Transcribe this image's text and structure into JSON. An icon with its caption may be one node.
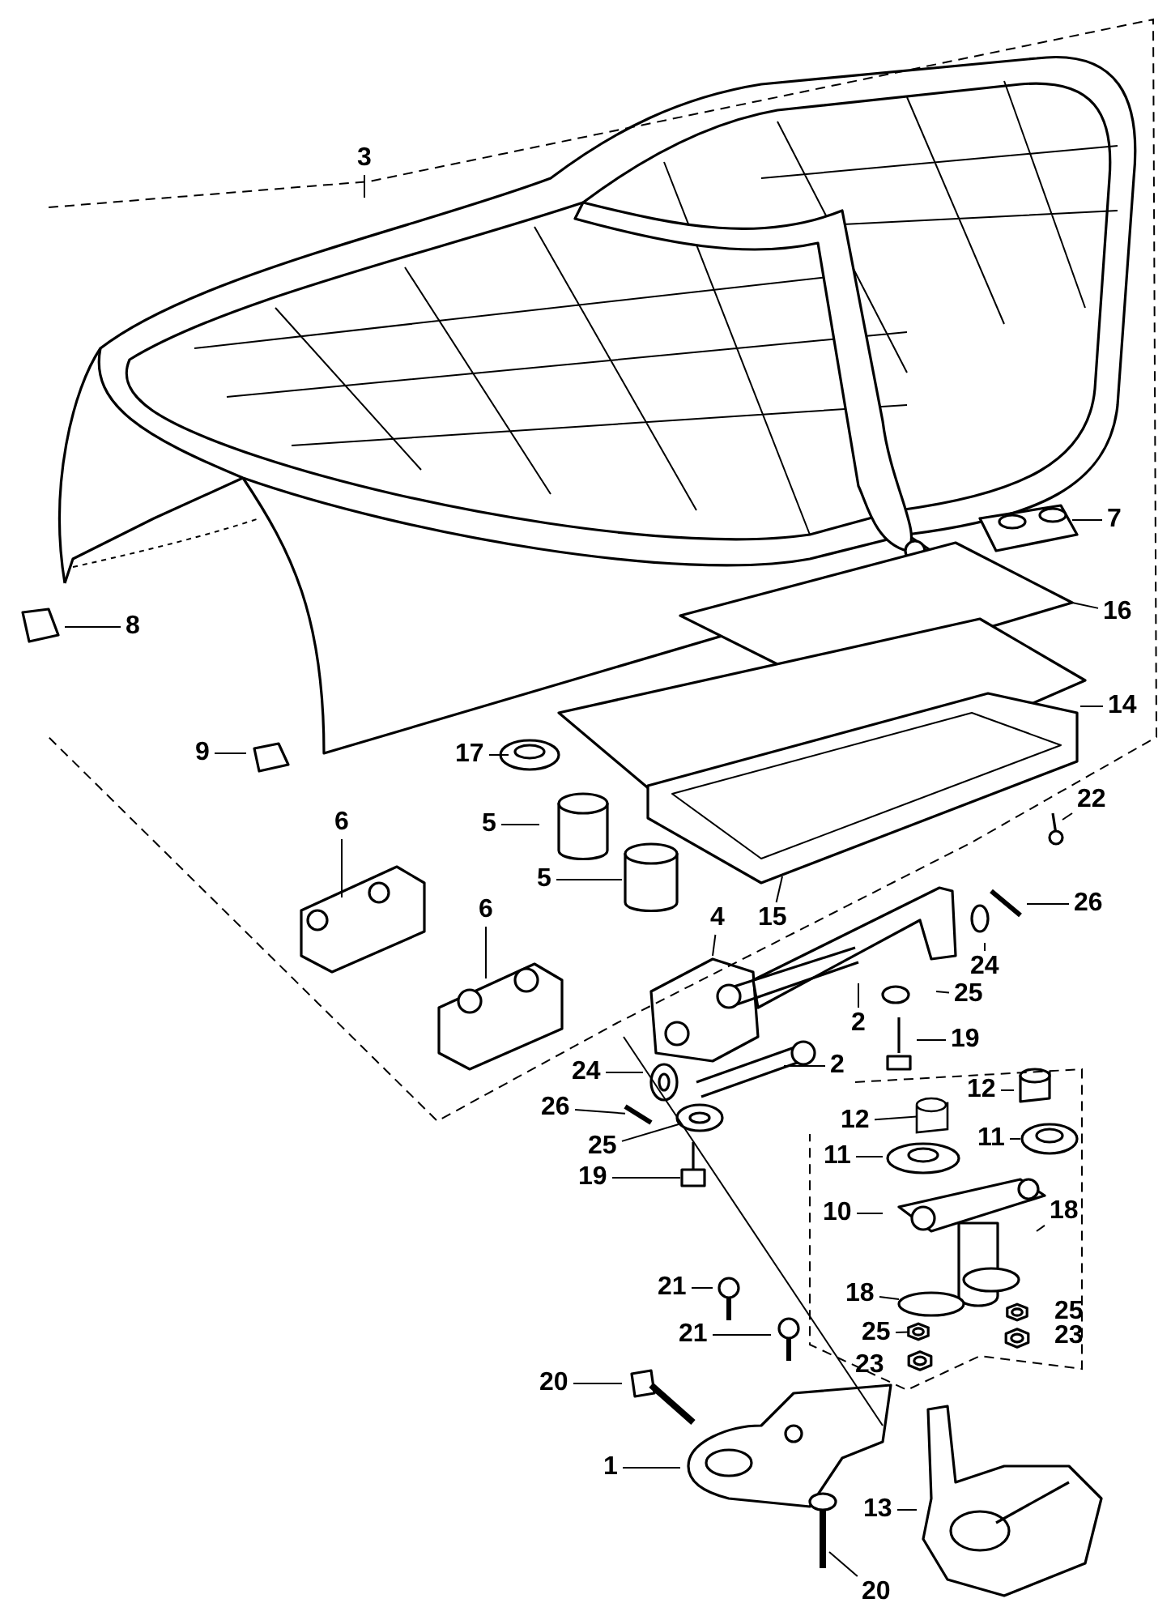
{
  "diagram": {
    "nodes": [
      {
        "text": [
          "3"
        ]
      },
      {
        "text": [
          "7"
        ]
      },
      {
        "text": [
          "8"
        ]
      },
      {
        "text": [
          "16"
        ]
      },
      {
        "text": [
          "14"
        ]
      },
      {
        "text": [
          "9"
        ]
      },
      {
        "text": [
          "17"
        ]
      },
      {
        "text": [
          "22"
        ]
      },
      {
        "text": [
          "6"
        ]
      },
      {
        "text": [
          "5"
        ]
      },
      {
        "text": [
          "5"
        ]
      },
      {
        "text": [
          "6"
        ]
      },
      {
        "text": [
          "15"
        ]
      },
      {
        "text": [
          "4"
        ]
      },
      {
        "text": [
          "26"
        ]
      },
      {
        "text": [
          "24"
        ]
      },
      {
        "text": [
          "25"
        ]
      },
      {
        "text": [
          "2"
        ]
      },
      {
        "text": [
          "19"
        ]
      },
      {
        "text": [
          "2"
        ]
      },
      {
        "text": [
          "12"
        ]
      },
      {
        "text": [
          "12"
        ]
      },
      {
        "text": [
          "11"
        ]
      },
      {
        "text": [
          "24"
        ]
      },
      {
        "text": [
          "26"
        ]
      },
      {
        "text": [
          "25"
        ]
      },
      {
        "text": [
          "19"
        ]
      },
      {
        "text": [
          "11"
        ]
      },
      {
        "text": [
          "10"
        ]
      },
      {
        "text": [
          "18"
        ]
      },
      {
        "text": [
          "18"
        ]
      },
      {
        "text": [
          "21"
        ]
      },
      {
        "text": [
          "25"
        ]
      },
      {
        "text": [
          "21"
        ]
      },
      {
        "text": [
          "20"
        ]
      },
      {
        "text": [
          "1"
        ]
      },
      {
        "text": [
          "13"
        ]
      },
      {
        "text": [
          "20"
        ]
      },
      {
        "text": [],
        "shape": "cylinder"
      },
      {
        "text": [],
        "shape": "picture"
      },
      {
        "text": [],
        "shape": "picture"
      }
    ],
    "edges": [
      {
        "from": 0,
        "to": null,
        "arrow": "none"
      },
      {
        "from": 1,
        "to": null,
        "arrow": "none"
      },
      {
        "from": 2,
        "to": null,
        "arrow": "none"
      },
      {
        "from": 3,
        "to": null,
        "arrow": "none"
      },
      {
        "from": 4,
        "to": null,
        "arrow": "none"
      },
      {
        "from": 5,
        "to": null,
        "arrow": "none"
      },
      {
        "from": 6,
        "to": null,
        "arrow": "none"
      },
      {
        "from": 7,
        "to": null,
        "arrow": "none"
      },
      {
        "from": 8,
        "to": null,
        "arrow": "none"
      },
      {
        "from": 9,
        "to": null,
        "arrow": "none"
      },
      {
        "from": 10,
        "to": null,
        "arrow": "none"
      },
      {
        "from": 11,
        "to": null,
        "arrow": "none"
      },
      {
        "from": 12,
        "to": null,
        "arrow": "none"
      },
      {
        "from": 13,
        "to": null,
        "arrow": "none"
      },
      {
        "from": 14,
        "to": null,
        "arrow": "none"
      },
      {
        "from": 15,
        "to": null,
        "arrow": "none"
      },
      {
        "from": 16,
        "to": null,
        "arrow": "none"
      },
      {
        "from": 17,
        "to": null,
        "arrow": "none"
      },
      {
        "from": 18,
        "to": null,
        "arrow": "none"
      },
      {
        "from": 19,
        "to": null,
        "arrow": "none"
      },
      {
        "from": 20,
        "to": null,
        "arrow": "none"
      },
      {
        "from": 21,
        "to": 38,
        "arrow": "none"
      },
      {
        "from": 22,
        "to": null,
        "arrow": "none"
      },
      {
        "from": 23,
        "to": null,
        "arrow": "none"
      },
      {
        "from": 24,
        "to": 39,
        "arrow": "none"
      },
      {
        "from": 25,
        "to": null,
        "arrow": "none"
      },
      {
        "from": 26,
        "to": null,
        "arrow": "none"
      },
      {
        "from": 27,
        "to": null,
        "arrow": "none"
      },
      {
        "from": 28,
        "to": null,
        "arrow": "none"
      },
      {
        "from": 29,
        "to": null,
        "arrow": "none"
      },
      {
        "from": 30,
        "to": null,
        "arrow": "none"
      },
      {
        "from": 31,
        "to": null,
        "arrow": "none"
      },
      {
        "from": 32,
        "to": 40,
        "arrow": "none"
      },
      {
        "from": 33,
        "to": null,
        "arrow": "none"
      },
      {
        "from": 34,
        "to": null,
        "arrow": "none"
      },
      {
        "from": 35,
        "to": null,
        "arrow": "none"
      },
      {
        "from": 36,
        "to": null,
        "arrow": "none"
      },
      {
        "from": 37,
        "to": null,
        "arrow": "none"
      }
    ],
    "labels": [
      "25",
      "23",
      "23"
    ]
  }
}
